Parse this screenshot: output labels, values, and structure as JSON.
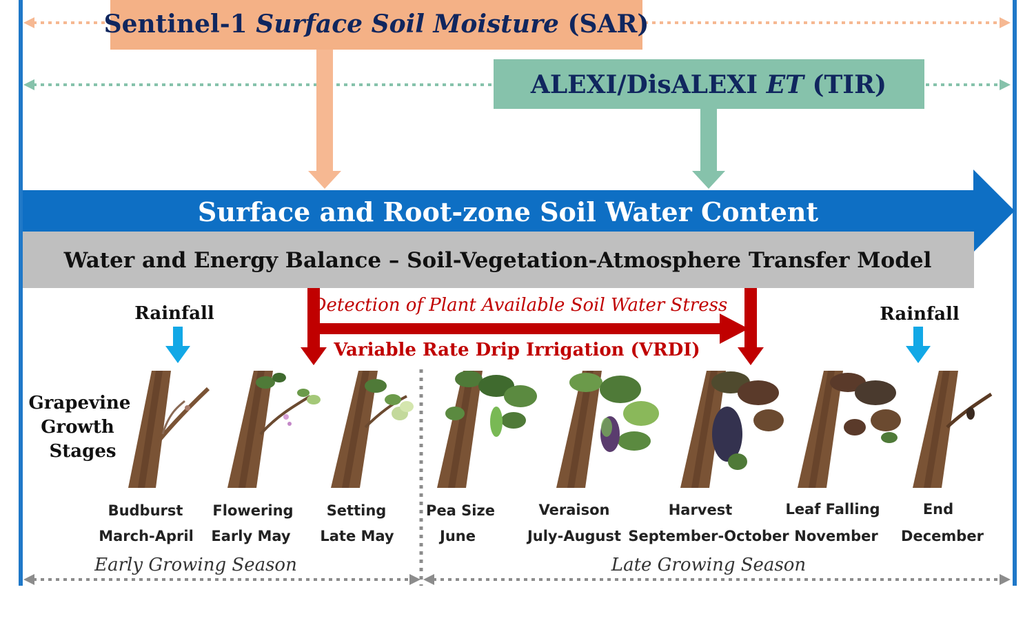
{
  "colors": {
    "frame_blue": "#1f78c8",
    "sar_box": "#f4b186",
    "sar_arrow": "#f6b892",
    "tir_box": "#86c2ab",
    "tir_arrow": "#86c2ab",
    "soil_band": "#0e6fc4",
    "model_band": "#bfbfbf",
    "irrigation_red": "#c00000",
    "rainfall_arrow": "#12a8e6",
    "title_navy": "#10265e",
    "season_gray": "#8c8c8c",
    "vine_trunk": "#7a5335",
    "leaf_green": "#4f7a38",
    "grape_green": "#79b955",
    "grape_purple": "#5a3c6e",
    "grape_dark": "#34324f",
    "leaf_brown": "#5a3a2a"
  },
  "sar": {
    "prefix": "Sentinel-1 ",
    "italic": "Surface Soil Moisture",
    "suffix": " (SAR)"
  },
  "tir": {
    "prefix": "ALEXI/DisALEXI ",
    "italic": "ET",
    "suffix": " (TIR)"
  },
  "soil_band": {
    "label": "Surface and Root-zone Soil Water Content"
  },
  "model_band": {
    "label": "Water and Energy Balance – Soil-Vegetation-Atmosphere Transfer Model"
  },
  "irrigation": {
    "detection_label": "Detection of Plant Available Soil Water Stress",
    "vrdi_label": "Variable Rate Drip Irrigation (VRDI)"
  },
  "rainfall": {
    "left_label": "Rainfall",
    "right_label": "Rainfall"
  },
  "growth_label": [
    "Grapevine",
    "Growth",
    "Stages"
  ],
  "stages": [
    {
      "name": "Budburst",
      "period": "March-April",
      "icon": "budburst-vine-icon"
    },
    {
      "name": "Flowering",
      "period": "Early May",
      "icon": "flowering-vine-icon"
    },
    {
      "name": "Setting",
      "period": "Late May",
      "icon": "setting-vine-icon"
    },
    {
      "name": "Pea Size",
      "period": "June",
      "icon": "pea-size-vine-icon"
    },
    {
      "name": "Veraison",
      "period": "July-August",
      "icon": "veraison-vine-icon"
    },
    {
      "name": "Harvest",
      "period": "September-October",
      "icon": "harvest-vine-icon"
    },
    {
      "name": "Leaf Falling",
      "period": "November",
      "icon": "leaf-falling-vine-icon"
    },
    {
      "name": "End",
      "period": "December",
      "icon": "end-vine-icon"
    }
  ],
  "seasons": {
    "early": "Early Growing Season",
    "late": "Late Growing Season"
  }
}
